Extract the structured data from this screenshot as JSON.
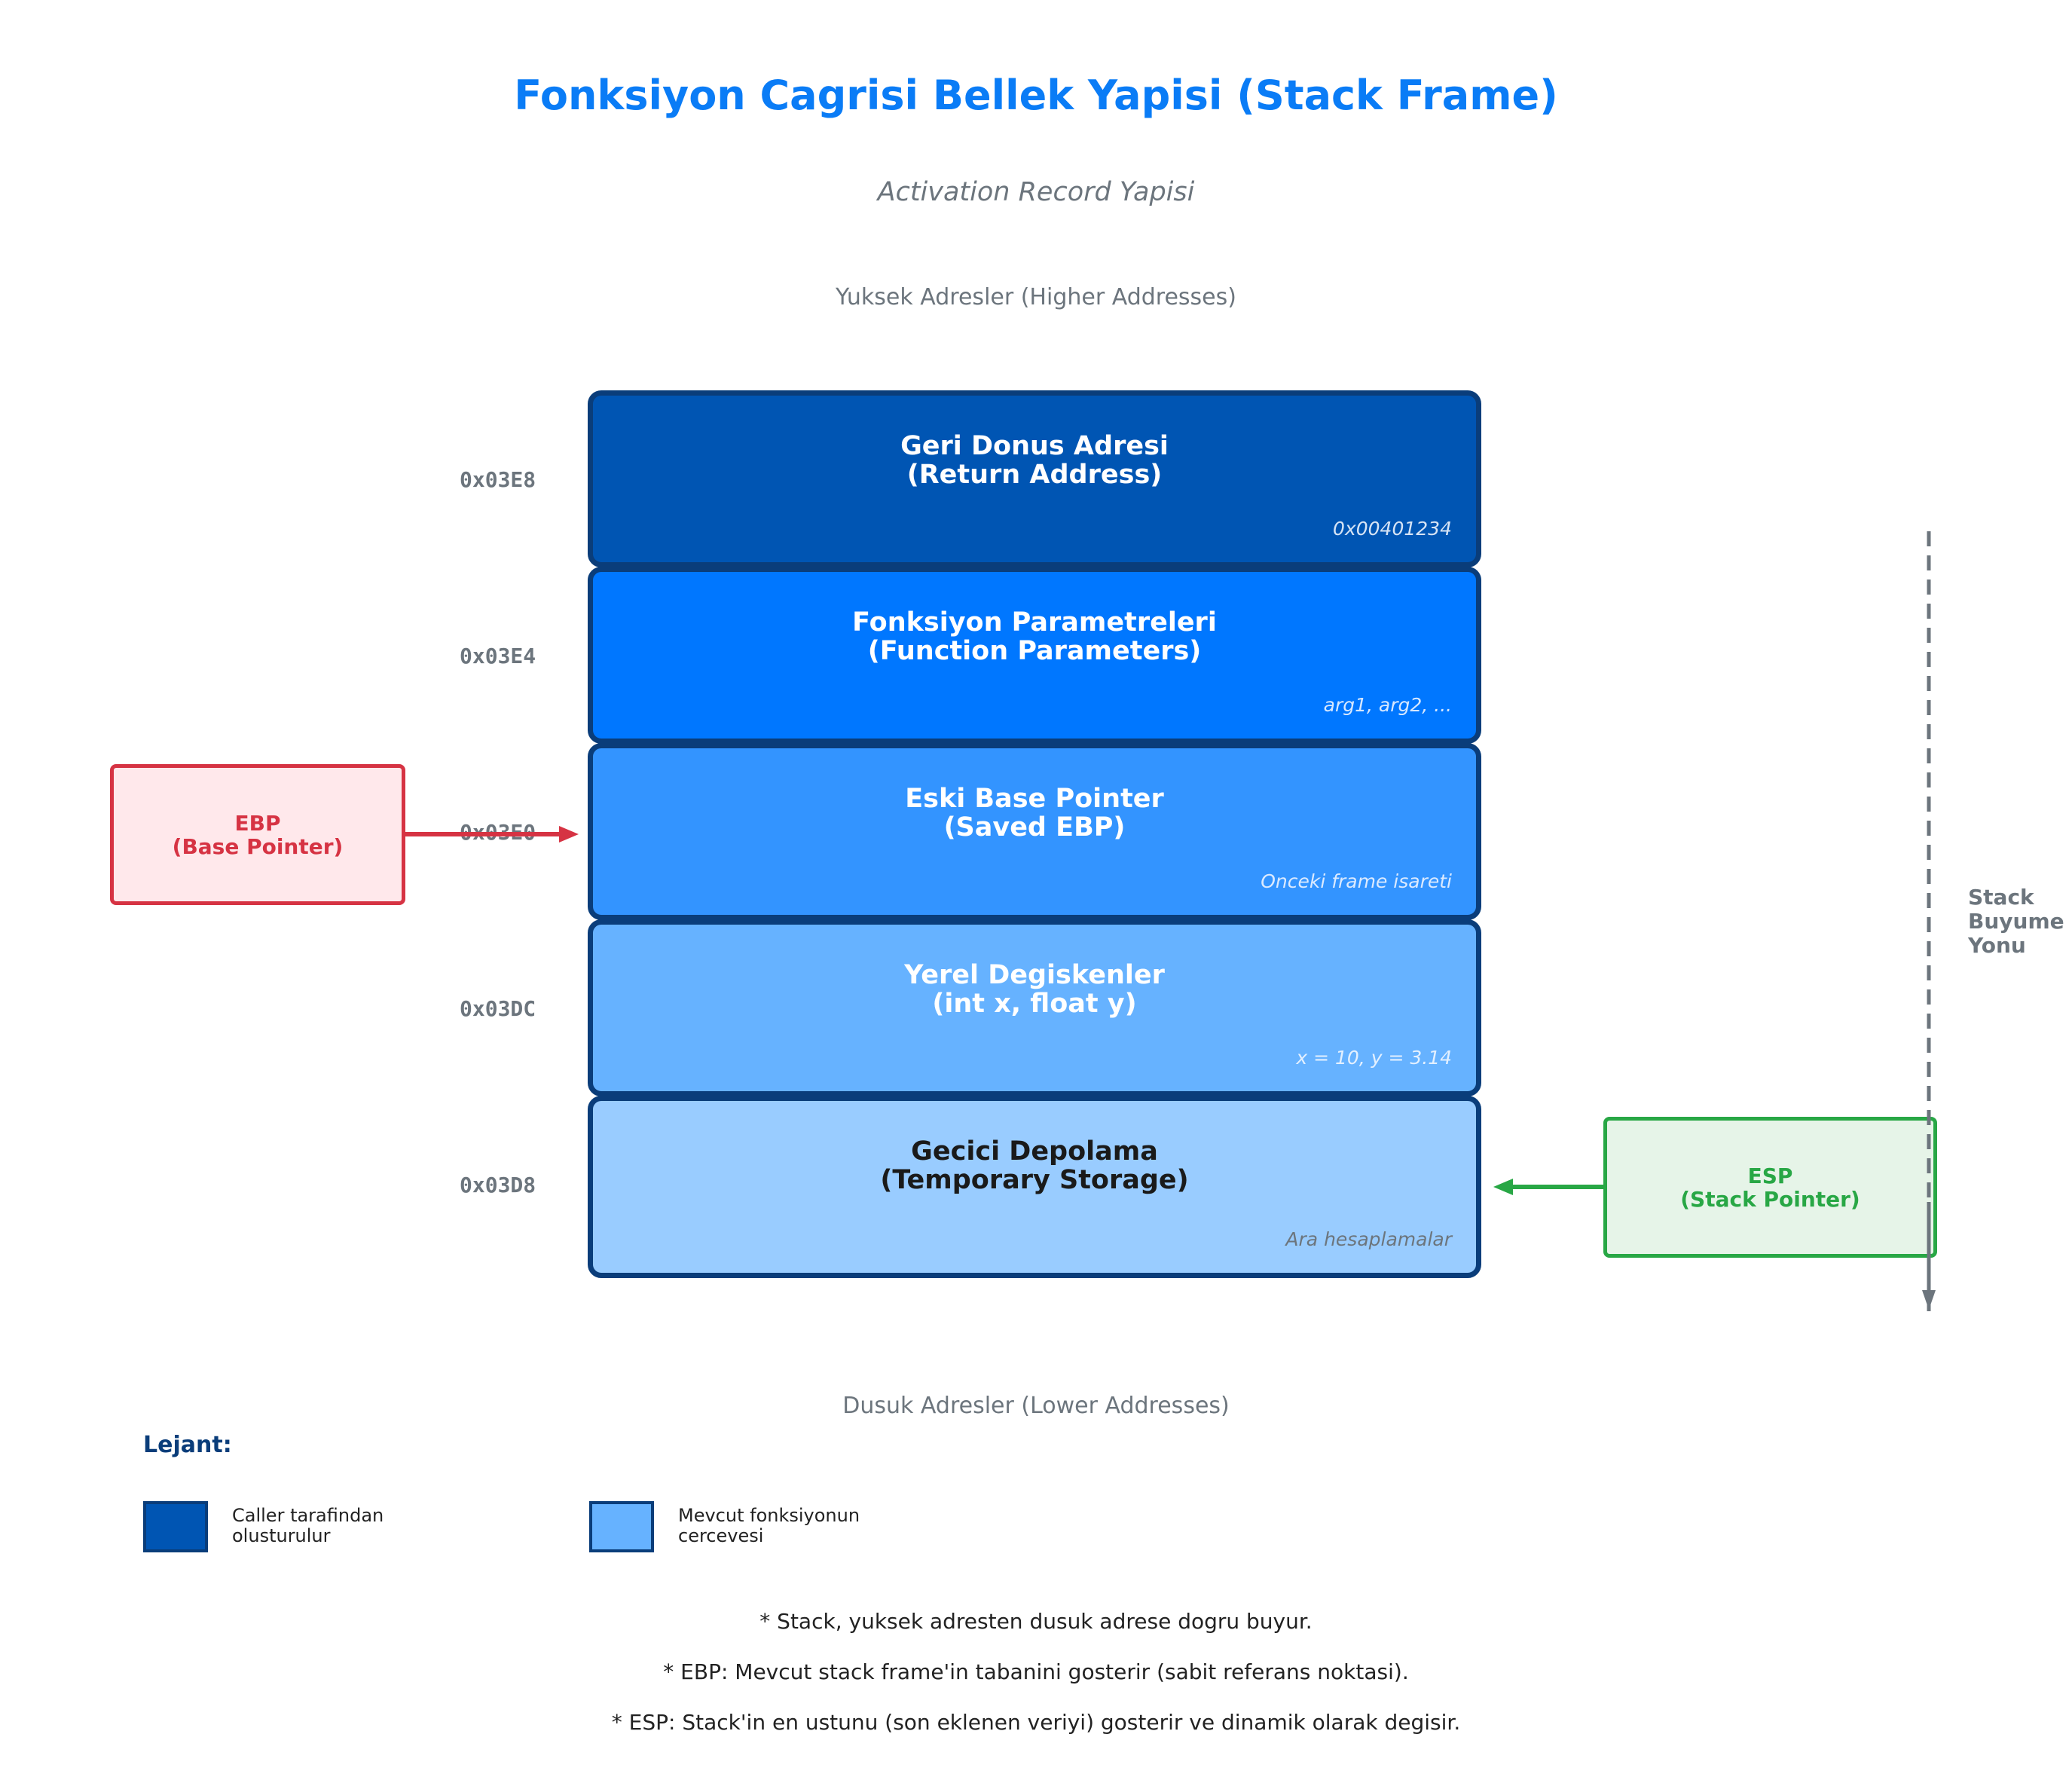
{
  "title": "Fonksiyon Cagrisi Bellek Yapisi (Stack Frame)",
  "subtitle": "Activation Record Yapisi",
  "high_addresses_label": "Yuksek Adresler (Higher Addresses)",
  "low_addresses_label": "Dusuk Adresler (Lower Addresses)",
  "stack_blocks": [
    {
      "address": "0x03E8",
      "title": "Geri Donus Adresi\n(Return Address)",
      "note": "0x00401234",
      "fill": "#0055b3",
      "text_color": "#ffffff",
      "note_color": "#d6e4f5"
    },
    {
      "address": "0x03E4",
      "title": "Fonksiyon Parametreleri\n(Function Parameters)",
      "note": "arg1, arg2, ...",
      "fill": "#0077ff",
      "text_color": "#ffffff",
      "note_color": "#d6e8ff"
    },
    {
      "address": "0x03E0",
      "title": "Eski Base Pointer\n(Saved EBP)",
      "note": "Onceki frame isareti",
      "fill": "#3394ff",
      "text_color": "#ffffff",
      "note_color": "#dbeaff"
    },
    {
      "address": "0x03DC",
      "title": "Yerel Degiskenler\n(int x, float y)",
      "note": "x = 10, y = 3.14",
      "fill": "#66b2ff",
      "text_color": "#ffffff",
      "note_color": "#e3f0ff"
    },
    {
      "address": "0x03D8",
      "title": "Gecici Depolama\n(Temporary Storage)",
      "note": "Ara hesaplamalar",
      "fill": "#99ccff",
      "text_color": "#1a1a1a",
      "note_color": "#6c757d"
    }
  ],
  "ebp": {
    "label": "EBP\n(Base Pointer)",
    "color": "#d63343",
    "fill": "#ffe8eb"
  },
  "esp": {
    "label": "ESP\n(Stack Pointer)",
    "color": "#28a745",
    "fill": "#e6f4e8"
  },
  "growth_label": "Stack\nBuyume\nYonu",
  "legend": {
    "title": "Lejant:",
    "items": [
      {
        "label": "Caller tarafindan\nolusturulur",
        "color": "#0055b3"
      },
      {
        "label": "Mevcut fonksiyonun\ncercevesi",
        "color": "#66b2ff"
      }
    ]
  },
  "notes": [
    "* Stack, yuksek adresten dusuk adrese dogru buyur.",
    "* EBP: Mevcut stack frame'in tabanini gosterir (sabit referans noktasi).",
    "* ESP: Stack'in en ustunu (son eklenen veriyi) gosterir ve dinamik olarak degisir."
  ]
}
